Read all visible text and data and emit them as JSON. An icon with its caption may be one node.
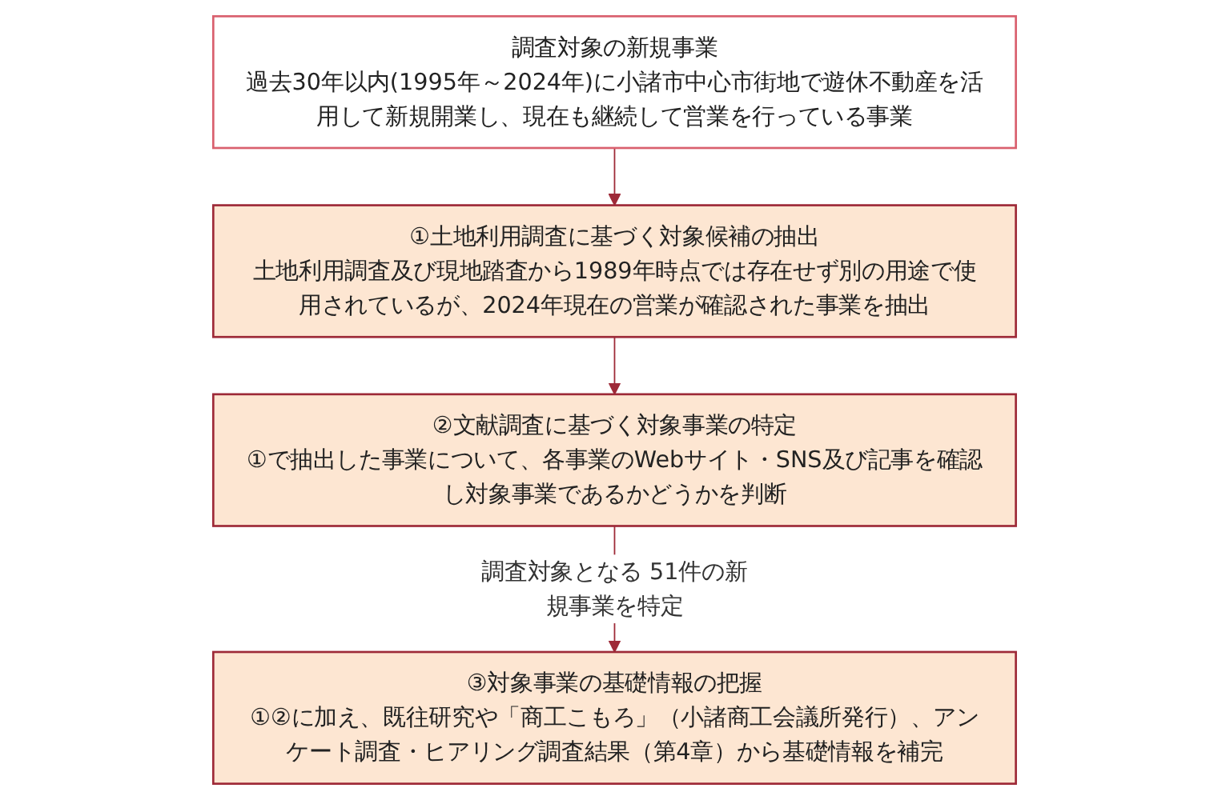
{
  "diagram": {
    "nodes": [
      {
        "text": [
          "調査対象の新規事業",
          "過去30年以内(1995年～2024年)に小諸市中心市街地で遊休不動産を活用して新規開業し、現在も継続して営業を行っている事業"
        ]
      },
      {
        "text": [
          "①土地利用調査に基づく対象候補の抽出",
          "土地利用調査及び現地踏査から1989年時点では存在せず別の用途で使用されているが、2024年現在の営業が確認された事業を抽出"
        ]
      },
      {
        "text": [
          "②文献調査に基づく対象事業の特定",
          "①で抽出した事業について、各事業のWebサイト・SNS及び記事を確認し対象事業であるかどうかを判断"
        ]
      },
      {
        "text": [
          "③対象事業の基礎情報の把握",
          "①②に加え、既往研究や「商工こもろ」（小諸商工会議所発行）、アンケート調査・ヒアリング調査結果（第4章）から基礎情報を補完"
        ]
      }
    ],
    "edges": [
      {
        "from": 0,
        "to": 1,
        "arrow": "to"
      },
      {
        "from": 1,
        "to": 2,
        "arrow": "to"
      },
      {
        "from": 2,
        "to": 3,
        "arrow": "to",
        "label": "調査対象となる 51件の新規事業を特定"
      }
    ]
  }
}
